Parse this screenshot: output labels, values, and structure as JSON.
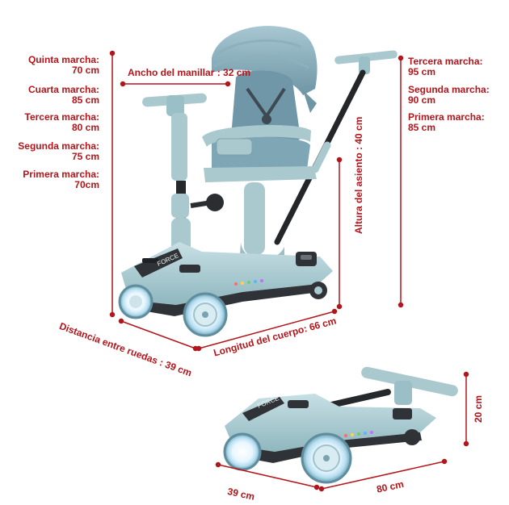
{
  "handle_heights": {
    "left": [
      "Quinta marcha:",
      "70 cm",
      "Cuarta marcha:",
      "85 cm",
      "Tercera marcha:",
      "80 cm",
      "Segunda marcha:",
      "75 cm",
      "Primera marcha:",
      "70cm"
    ],
    "right": [
      "Tercera marcha:",
      "95 cm",
      "Segunda marcha:",
      "90 cm",
      "Primera marcha:",
      "85 cm"
    ]
  },
  "dimensions": {
    "handlebar_width": "Ancho del manillar : 32 cm",
    "seat_height": "Altura del asiento : 40 cm",
    "wheelbase": "Distancia entre ruedas : 39 cm",
    "body_length": "Longitud del cuerpo: 66 cm",
    "folded_height": "20 cm",
    "folded_width": "39 cm",
    "folded_length": "80 cm"
  },
  "brand_text": "FORCE",
  "colors": {
    "product_body": "#a9c9cf",
    "product_dark": "#2f3337",
    "canopy": "#7fa6b2",
    "seat": "#6f97a8",
    "accent_red": "#b3151b"
  }
}
